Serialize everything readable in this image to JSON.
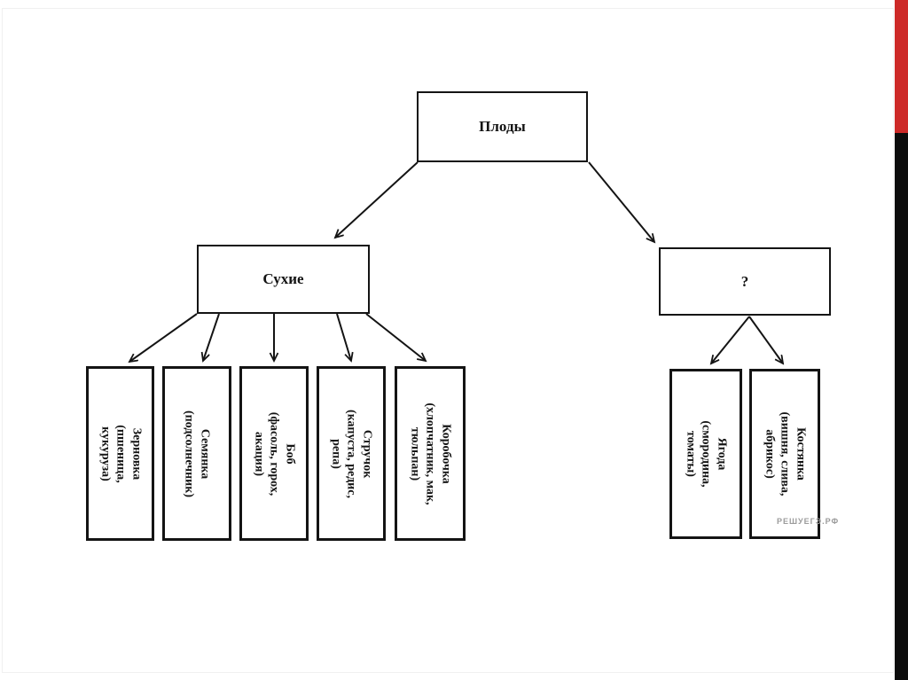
{
  "page": {
    "colors": {
      "accent_red": "#cd2a28",
      "accent_black": "#0c0c0c",
      "line_black": "#141414",
      "watermark_gray": "#9b9b9b"
    },
    "watermark": "РЕШУЕГЭ.РФ"
  },
  "diagram": {
    "type": "tree",
    "root_label": "Плоды",
    "dry_label": "Сухие",
    "unknown_label": "?",
    "dry_children": [
      {
        "label": "Зерновка\n(пшеница,\nкукуруза)"
      },
      {
        "label": "Семянка\n(подсолнечник)"
      },
      {
        "label": "Боб\n(фасоль, горох,\nакация)"
      },
      {
        "label": "Стручок\n(капуста, редис,\nрепа)"
      },
      {
        "label": "Коробочка\n(хлопчатник, мак,\nтюльпан)"
      }
    ],
    "unknown_children": [
      {
        "label": "Ягода\n(смородина,\nтоматы)"
      },
      {
        "label": "Костянка\n(вишня, слива,\nабрикос)"
      }
    ]
  }
}
